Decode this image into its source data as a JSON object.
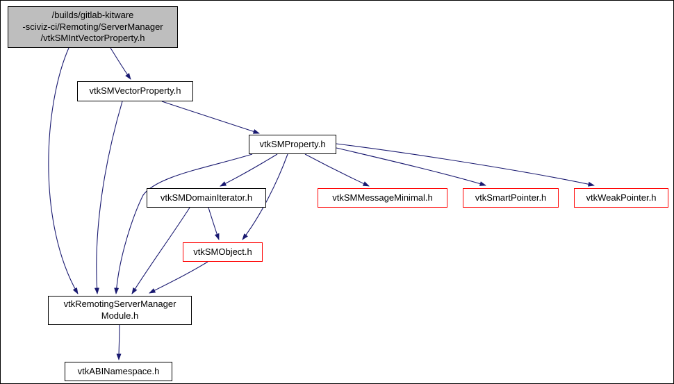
{
  "diagram": {
    "kind": "include-dependency-graph",
    "colors": {
      "edge": "#191970",
      "node_border": "#000000",
      "external_node_border": "#ff0000",
      "root_node_fill": "#bebebe",
      "node_fill": "#ffffff",
      "background": "#ffffff"
    },
    "nodes": {
      "root": {
        "label": "/builds/gitlab-kitware\n-sciviz-ci/Remoting/ServerManager\n/vtkSMIntVectorProperty.h",
        "kind": "current-file"
      },
      "vector_property": {
        "label": "vtkSMVectorProperty.h",
        "kind": "internal"
      },
      "property": {
        "label": "vtkSMProperty.h",
        "kind": "internal"
      },
      "domain_iterator": {
        "label": "vtkSMDomainIterator.h",
        "kind": "internal"
      },
      "message_minimal": {
        "label": "vtkSMMessageMinimal.h",
        "kind": "external"
      },
      "smart_pointer": {
        "label": "vtkSmartPointer.h",
        "kind": "external"
      },
      "weak_pointer": {
        "label": "vtkWeakPointer.h",
        "kind": "external"
      },
      "sm_object": {
        "label": "vtkSMObject.h",
        "kind": "external"
      },
      "module": {
        "label": "vtkRemotingServerManager\nModule.h",
        "kind": "internal"
      },
      "abi_namespace": {
        "label": "vtkABINamespace.h",
        "kind": "internal"
      }
    },
    "edges": [
      {
        "from": "/builds/gitlab-kitware-sciviz-ci/Remoting/ServerManager/vtkSMIntVectorProperty.h",
        "to": "vtkSMVectorProperty.h"
      },
      {
        "from": "/builds/gitlab-kitware-sciviz-ci/Remoting/ServerManager/vtkSMIntVectorProperty.h",
        "to": "vtkRemotingServerManagerModule.h"
      },
      {
        "from": "vtkSMVectorProperty.h",
        "to": "vtkSMProperty.h"
      },
      {
        "from": "vtkSMVectorProperty.h",
        "to": "vtkRemotingServerManagerModule.h"
      },
      {
        "from": "vtkSMProperty.h",
        "to": "vtkSMDomainIterator.h"
      },
      {
        "from": "vtkSMProperty.h",
        "to": "vtkSMMessageMinimal.h"
      },
      {
        "from": "vtkSMProperty.h",
        "to": "vtkSmartPointer.h"
      },
      {
        "from": "vtkSMProperty.h",
        "to": "vtkWeakPointer.h"
      },
      {
        "from": "vtkSMProperty.h",
        "to": "vtkSMObject.h"
      },
      {
        "from": "vtkSMProperty.h",
        "to": "vtkRemotingServerManagerModule.h"
      },
      {
        "from": "vtkSMDomainIterator.h",
        "to": "vtkSMObject.h"
      },
      {
        "from": "vtkSMDomainIterator.h",
        "to": "vtkRemotingServerManagerModule.h"
      },
      {
        "from": "vtkSMObject.h",
        "to": "vtkRemotingServerManagerModule.h"
      },
      {
        "from": "vtkRemotingServerManagerModule.h",
        "to": "vtkABINamespace.h"
      }
    ]
  }
}
